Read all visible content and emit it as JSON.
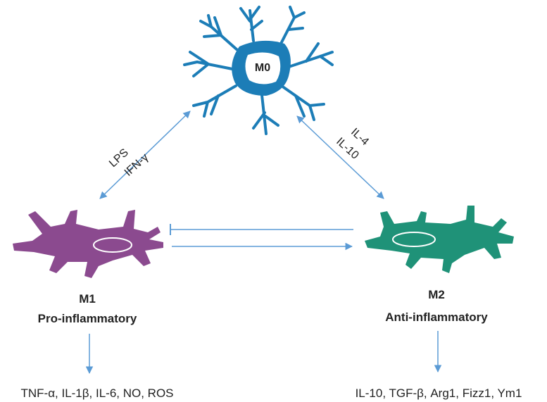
{
  "cells": {
    "m0": {
      "label": "M0",
      "color": "#1c7db7"
    },
    "m1": {
      "label": "M1",
      "subtitle": "Pro-inflammatory",
      "color": "#8b4a8f",
      "products": "TNF-α, IL-1β, IL-6, NO, ROS"
    },
    "m2": {
      "label": "M2",
      "subtitle": "Anti-inflammatory",
      "color": "#1f9278",
      "products": "IL-10, TGF-β, Arg1, Fizz1, Ym1"
    }
  },
  "stimuli": {
    "m1_line1": "LPS",
    "m1_line2": "IFN-γ",
    "m2_line1": "IL-4",
    "m2_line2": "IL-10"
  },
  "arrow_color": "#5b9bd5"
}
